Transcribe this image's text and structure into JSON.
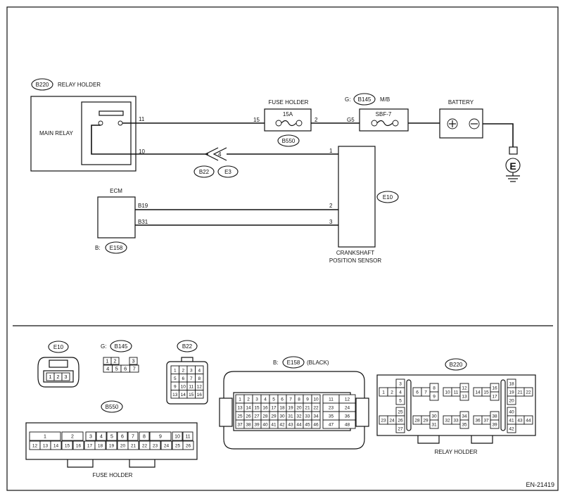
{
  "labels": {
    "relay_holder_top": "RELAY HOLDER",
    "main_relay": "MAIN RELAY",
    "fuse_holder_top": "FUSE HOLDER",
    "fuse_rating": "15A",
    "g_prefix": "G:",
    "mb": "M/B",
    "sbf": "SBF-7",
    "battery": "BATTERY",
    "ecm": "ECM",
    "b_prefix": "B:",
    "crankshaft_line1": "CRANKSHAFT",
    "crankshaft_line2": "POSITION SENSOR",
    "black": "(BLACK)",
    "fuse_holder_bottom": "FUSE HOLDER",
    "relay_holder_bottom": "RELAY HOLDER",
    "ground": "E",
    "doc_id": "EN-21419"
  },
  "connectors": {
    "b220": "B220",
    "b145": "B145",
    "b550": "B550",
    "b22": "B22",
    "e3": "E3",
    "e10": "E10",
    "e158": "E158"
  },
  "pins": {
    "relay_11": "11",
    "relay_10": "10",
    "fuse_in": "15",
    "fuse_out": "2",
    "g5": "G5",
    "sensor_1": "1",
    "sensor_2": "2",
    "sensor_3": "3",
    "joint_4": "4",
    "ecm_b19": "B19",
    "ecm_b31": "B31"
  },
  "pinouts": {
    "e10": [
      "1",
      "2",
      "3"
    ],
    "b145_top": [
      "1",
      "2",
      "3"
    ],
    "b145_bottom": [
      "4",
      "5",
      "6",
      "7"
    ],
    "b22": [
      "1",
      "2",
      "3",
      "4",
      "5",
      "6",
      "7",
      "8",
      "9",
      "10",
      "11",
      "12",
      "13",
      "14",
      "15",
      "16"
    ],
    "e158_rows": [
      [
        "1",
        "2",
        "3",
        "4",
        "5",
        "6",
        "7",
        "8",
        "9",
        "10",
        "11",
        "12"
      ],
      [
        "13",
        "14",
        "15",
        "16",
        "17",
        "18",
        "19",
        "20",
        "21",
        "22",
        "23",
        "24"
      ],
      [
        "25",
        "26",
        "27",
        "28",
        "29",
        "30",
        "31",
        "32",
        "33",
        "34",
        "35",
        "36"
      ],
      [
        "37",
        "38",
        "39",
        "40",
        "41",
        "42",
        "43",
        "44",
        "45",
        "46",
        "47",
        "48"
      ]
    ],
    "b550_top": [
      "1",
      "2",
      "3",
      "4",
      "5",
      "6",
      "7",
      "8",
      "9",
      "10",
      "11"
    ],
    "b550_bottom": [
      "12",
      "13",
      "14",
      "15",
      "16",
      "17",
      "18",
      "19",
      "20",
      "21",
      "22",
      "23",
      "24",
      "25",
      "26"
    ],
    "b220": [
      "1",
      "2",
      "3",
      "4",
      "5",
      "6",
      "7",
      "8",
      "9",
      "10",
      "11",
      "12",
      "13",
      "14",
      "15",
      "16",
      "17",
      "18",
      "19",
      "20",
      "21",
      "22",
      "23",
      "24",
      "25",
      "26",
      "27",
      "28",
      "29",
      "30",
      "31",
      "32",
      "33",
      "34",
      "35",
      "36",
      "37",
      "38",
      "39",
      "40",
      "41",
      "42",
      "43",
      "44"
    ]
  }
}
